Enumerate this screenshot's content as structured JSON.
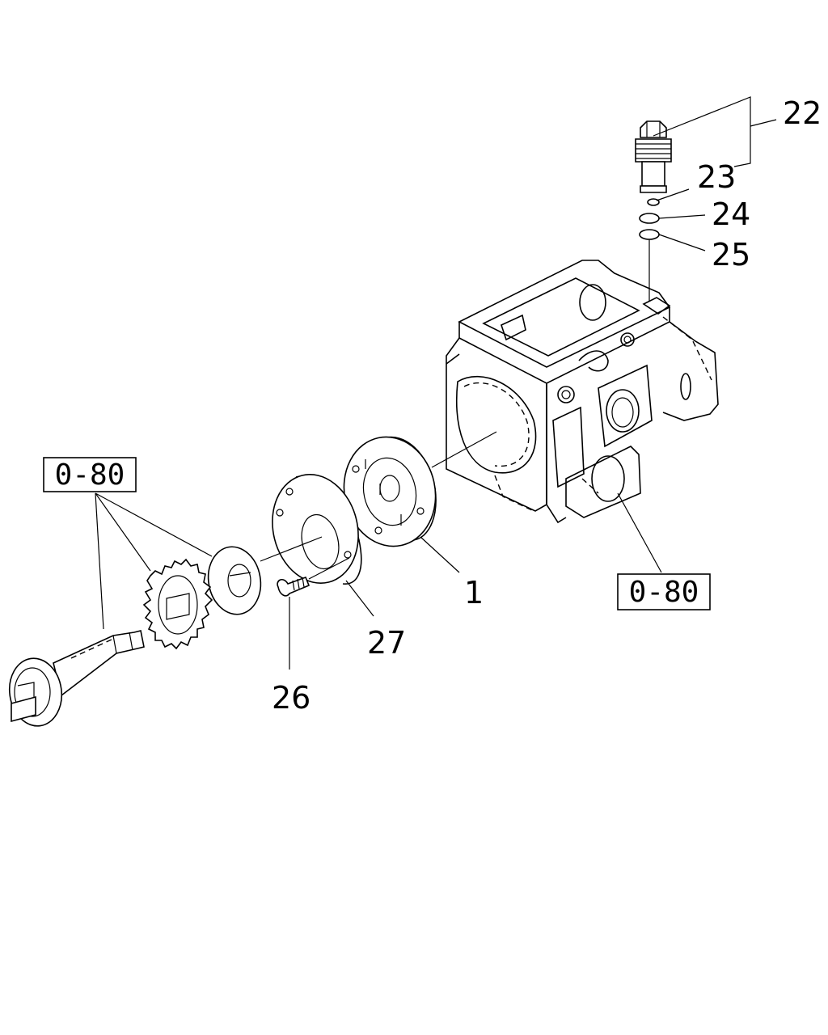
{
  "callouts": {
    "c22": "22",
    "c23": "23",
    "c24": "24",
    "c25": "25",
    "c1": "1",
    "c27": "27",
    "c26": "26"
  },
  "refs": {
    "left": "0-80",
    "right": "0-80"
  }
}
